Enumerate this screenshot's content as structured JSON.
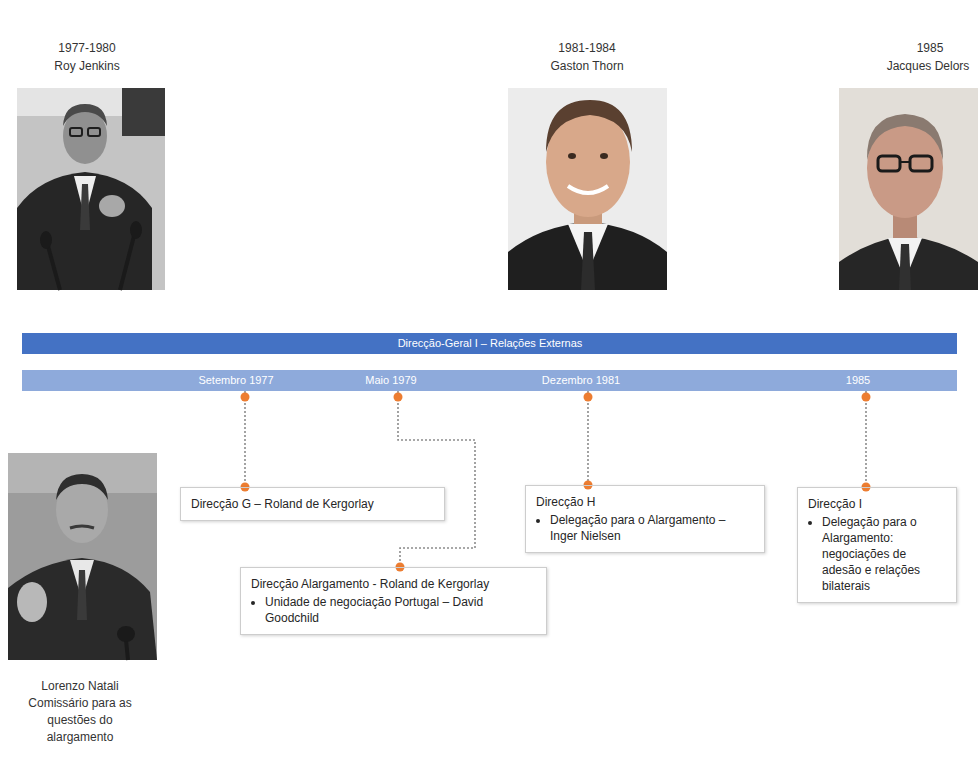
{
  "diagram": {
    "nodes": [
      {
        "text": [
          "Direcção-Geral I – Relações Externas"
        ]
      },
      {
        "text": [
          "Setembro 1977",
          "Maio 1979",
          "Dezembro 1981",
          "1985"
        ]
      },
      {
        "text": [
          "Direcção G – Roland de Kergorlay"
        ]
      },
      {
        "text": [
          "Direcção Alargamento - Roland de Kergorlay",
          "Unidade de negociação Portugal – David Goodchild"
        ]
      },
      {
        "text": [
          "Direcção H",
          "Delegação para o Alargamento – Inger Nielsen"
        ]
      },
      {
        "text": [
          "Direcção I",
          "Delegação para o Alargamento: negociações de adesão e relações bilaterais"
        ]
      }
    ],
    "edges": [
      {
        "from": 1,
        "to": 2,
        "arrow": "none"
      },
      {
        "from": 1,
        "to": 3,
        "arrow": "none"
      },
      {
        "from": 1,
        "to": 4,
        "arrow": "none"
      },
      {
        "from": 1,
        "to": 5,
        "arrow": "none"
      }
    ],
    "labels": [
      "1977-1980",
      "Roy Jenkins",
      "1981-1984",
      "Gaston Thorn",
      "1985",
      "Jacques Delors",
      "Lorenzo Natali",
      "Comissário para as questões do alargamento"
    ]
  }
}
